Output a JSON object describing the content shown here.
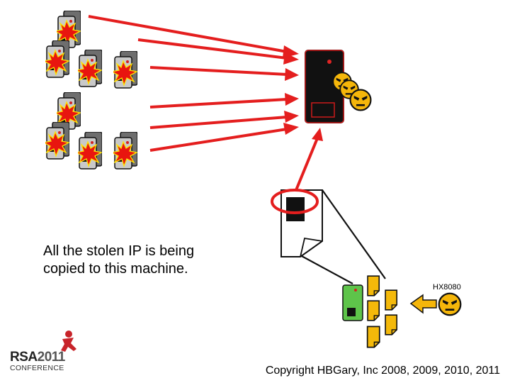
{
  "slide": {
    "caption": "All the stolen IP is being copied to this machine.",
    "tag_label": "HX8080",
    "copyright": "Copyright HBGary, Inc 2008, 2009, 2010, 2011"
  },
  "logo": {
    "brand": "RSA",
    "year": "2011",
    "sub": "CONFERENCE"
  },
  "colors": {
    "arrow_red": "#e41e1e",
    "burst_red": "#e8150f",
    "burst_yellow": "#ffe400",
    "doc_yellow": "#f4b90a",
    "face_yellow": "#f5b60a",
    "green_server": "#5ec44a",
    "server_black": "#111111"
  },
  "icons": [
    "infected-computer-icon",
    "collection-server-icon",
    "malware-face-icon",
    "document-icon",
    "green-computer-icon",
    "arrow-icon"
  ]
}
